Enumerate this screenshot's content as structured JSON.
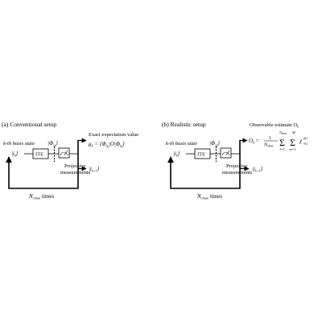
{
  "panel_a": {
    "title": "(a) Conventional setup",
    "basis_state_label": "k-th basis state",
    "input_ket": "|i",
    "input_sub": "k",
    "phi_ket": "|Φ",
    "phi_sub_inner": "i",
    "phi_sub_k": "k",
    "ite_label": "ITE",
    "expectation_title": "Exact expectation value",
    "expectation_formula_left": "μ",
    "expectation_formula_sub": "k",
    "expectation_formula_right": " = ⟨Φ",
    "expectation_formula_mid": "|O|Φ",
    "expectation_formula_end": "⟩",
    "output_ket": "|i",
    "output_sub": "k+1",
    "projective_line1": "Projective",
    "projective_line2": "measurements",
    "loop_label_main": "N",
    "loop_label_sub": "chain",
    "loop_label_rest": " times"
  },
  "panel_b": {
    "title": "(b) Realistic setup",
    "observable_title": "Observable estimate O",
    "observable_title_sub": "k",
    "basis_state_label": "k-th basis state",
    "input_ket": "|i",
    "input_sub": "k",
    "phi_ket": "|Φ",
    "phi_sub_inner": "i",
    "phi_sub_k": "k",
    "ite_label": "ITE",
    "formula_lhs": "O",
    "formula_lhs_sub": "k",
    "formula_eq": " = ",
    "formula_frac_num": "1",
    "formula_frac_den": "N",
    "formula_frac_den_sub": "shot",
    "sum1_top": "N",
    "sum1_top_sub": "shot",
    "sum1_bottom": "l=1",
    "sum2_top": "M",
    "sum2_bottom": "m=1",
    "sigma": "Σ",
    "chi": "χ",
    "chi_sup": "(k)",
    "chi_sub": "m,l",
    "output_ket": "|i",
    "output_sub": "k+1",
    "projective_line1": "Projective",
    "projective_line2": "measurements",
    "loop_label_main": "N",
    "loop_label_sub": "chain",
    "loop_label_rest": " times"
  }
}
